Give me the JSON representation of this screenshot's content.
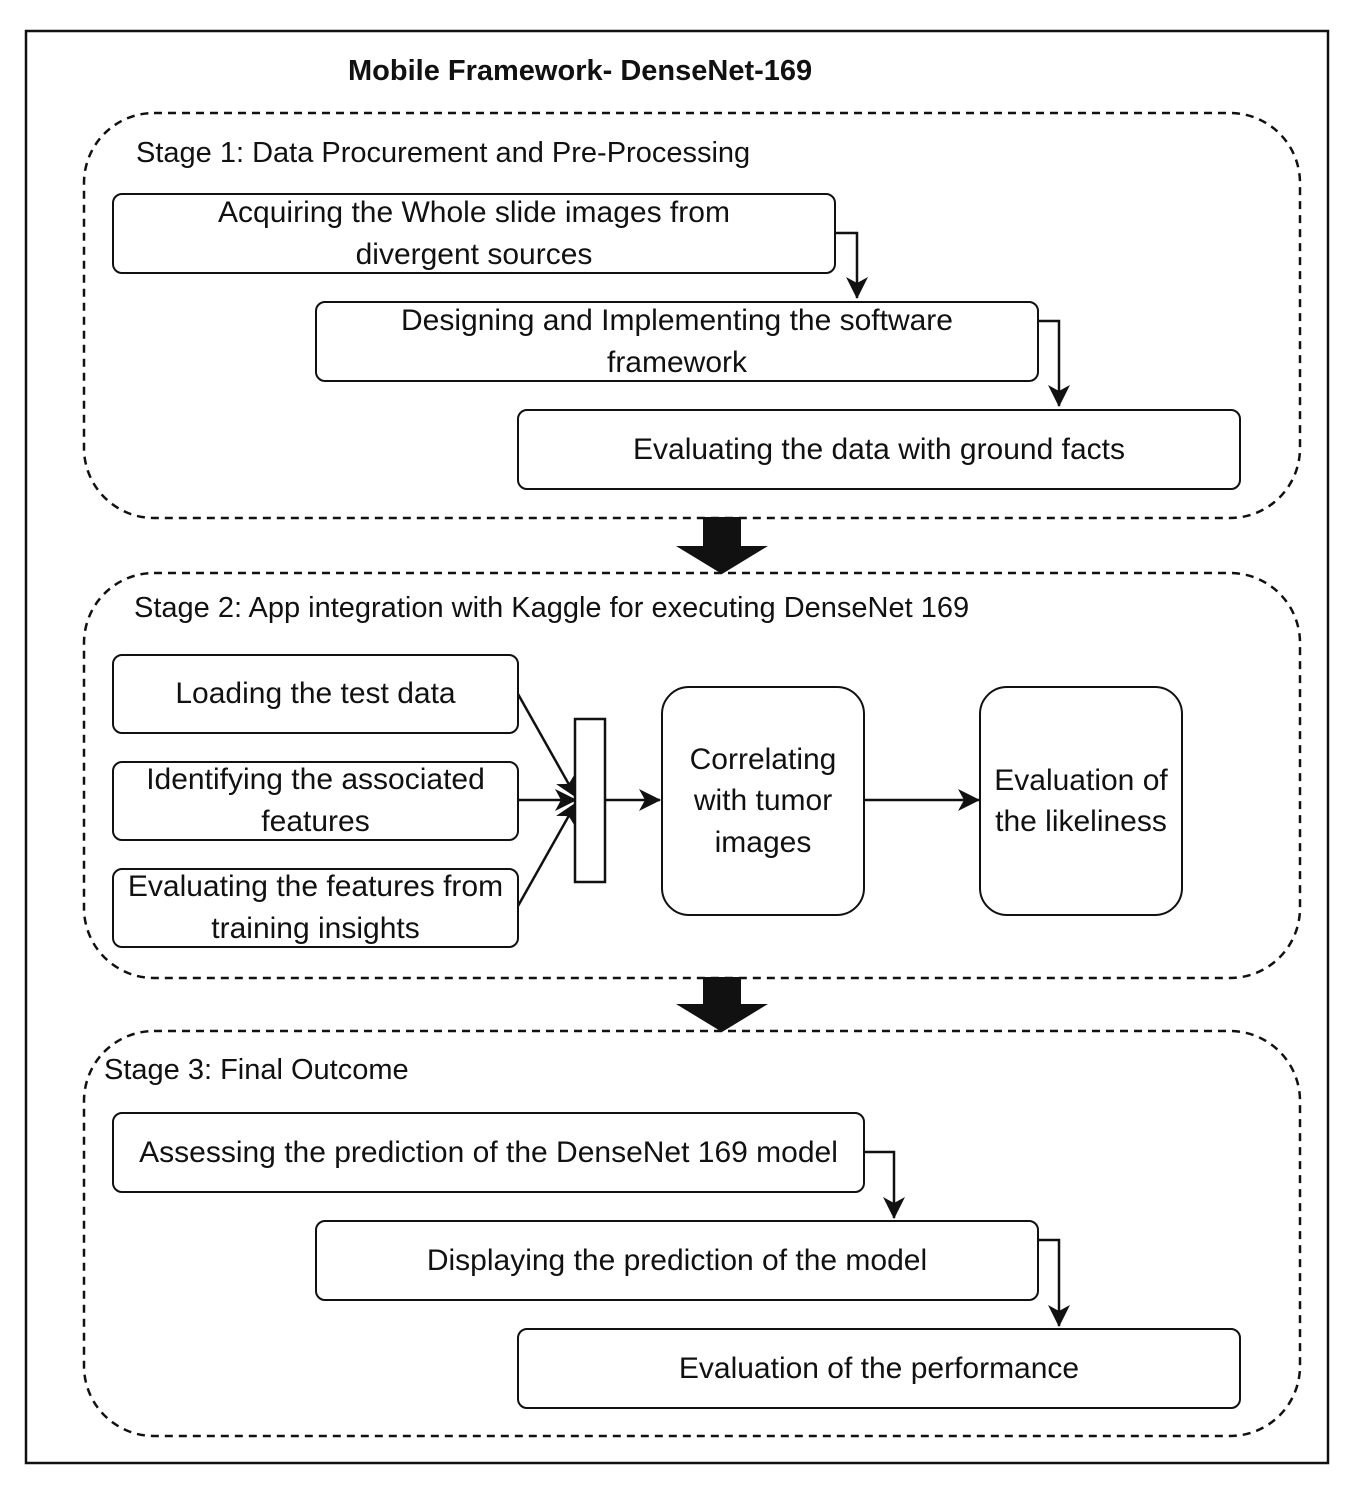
{
  "title": "Mobile Framework- DenseNet-169",
  "stage1": {
    "heading": "Stage 1: Data Procurement and Pre-Processing",
    "steps": [
      "Acquiring the Whole slide images from divergent sources",
      "Designing and Implementing the software framework",
      "Evaluating the data with ground facts"
    ]
  },
  "stage2": {
    "heading": "Stage 2: App integration with Kaggle for executing DenseNet 169",
    "inputs": [
      "Loading the test data",
      "Identifying the associated features",
      "Evaluating the features from training insights"
    ],
    "correlate": "Correlating with tumor images",
    "evaluate": "Evaluation of the likeliness"
  },
  "stage3": {
    "heading": "Stage 3: Final Outcome",
    "steps": [
      "Assessing the prediction of the DenseNet 169 model",
      "Displaying the prediction of the model",
      "Evaluation of the performance"
    ]
  }
}
